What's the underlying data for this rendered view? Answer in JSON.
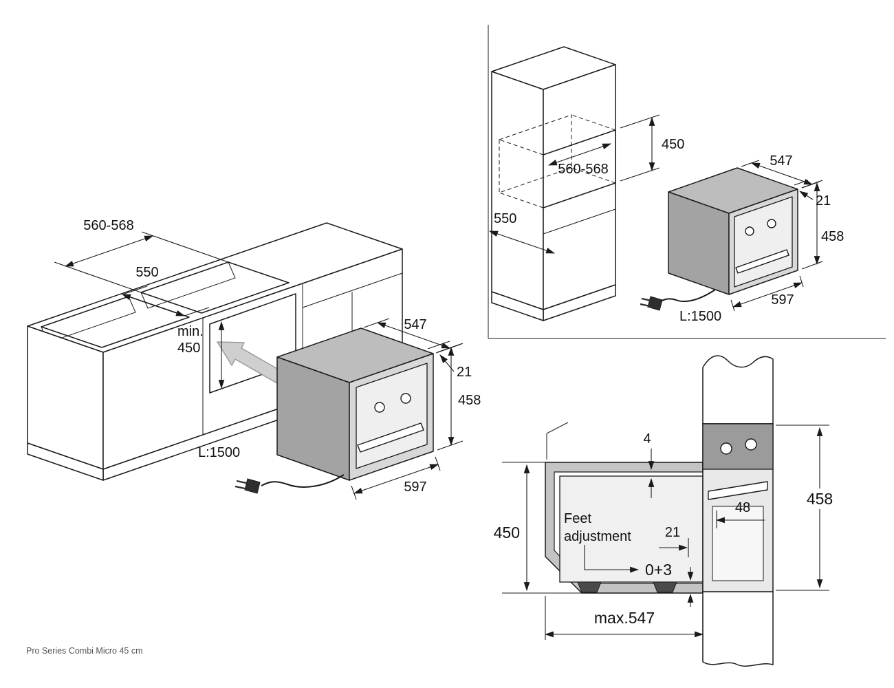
{
  "caption": "Pro Series Combi Micro 45 cm",
  "colors": {
    "ink": "#1a1a1a",
    "oven_gray": "#bdbdbd",
    "arrow_gray": "#cfcfcf",
    "panel_gray": "#c4c4c4"
  },
  "left_panel": {
    "niche_width": "560-568",
    "niche_depth": "550",
    "niche_min_prefix": "min.",
    "niche_min_value": "450",
    "oven_depth": "547",
    "frame_overhang": "21",
    "oven_height": "458",
    "oven_width": "597",
    "cord_length": "L:1500"
  },
  "top_right_panel": {
    "niche_height": "450",
    "niche_width": "560-568",
    "cabinet_depth": "550",
    "oven_depth": "547",
    "frame_overhang": "21",
    "oven_height": "458",
    "oven_width": "597",
    "cord_length": "L:1500"
  },
  "bottom_right_panel": {
    "top_gap": "4",
    "oven_height": "458",
    "handle_depth": "48",
    "niche_height": "450",
    "feet_line1": "Feet",
    "feet_line2": "adjustment",
    "front_frame": "21",
    "feet_range": "0+3",
    "max_depth": "max.547"
  }
}
